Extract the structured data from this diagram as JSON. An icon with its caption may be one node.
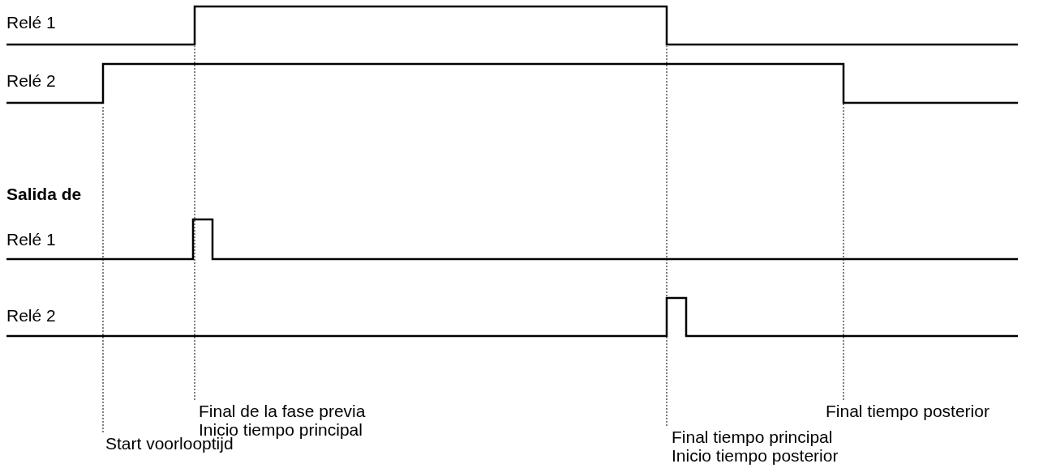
{
  "diagram": {
    "nodes": [
      {
        "text": [
          "Start voorlooptijd"
        ]
      },
      {
        "text": [
          "Final de la fase previa",
          "Inicio tiempo principal"
        ]
      },
      {
        "text": [
          "Final tiempo principal",
          "Inicio tiempo posterior"
        ]
      },
      {
        "text": [
          "Final tiempo posterior"
        ]
      }
    ],
    "edges": [
      {
        "from": 0,
        "to": null,
        "arrow": "none",
        "style": "dashed"
      },
      {
        "from": 1,
        "to": null,
        "arrow": "none",
        "style": "dashed"
      },
      {
        "from": 2,
        "to": null,
        "arrow": "none",
        "style": "dashed"
      },
      {
        "from": 3,
        "to": null,
        "arrow": "none",
        "style": "dashed"
      }
    ],
    "labels": [
      "Relé 1",
      "Relé 2",
      "Salida de",
      "Relé 1",
      "Relé 2"
    ]
  }
}
